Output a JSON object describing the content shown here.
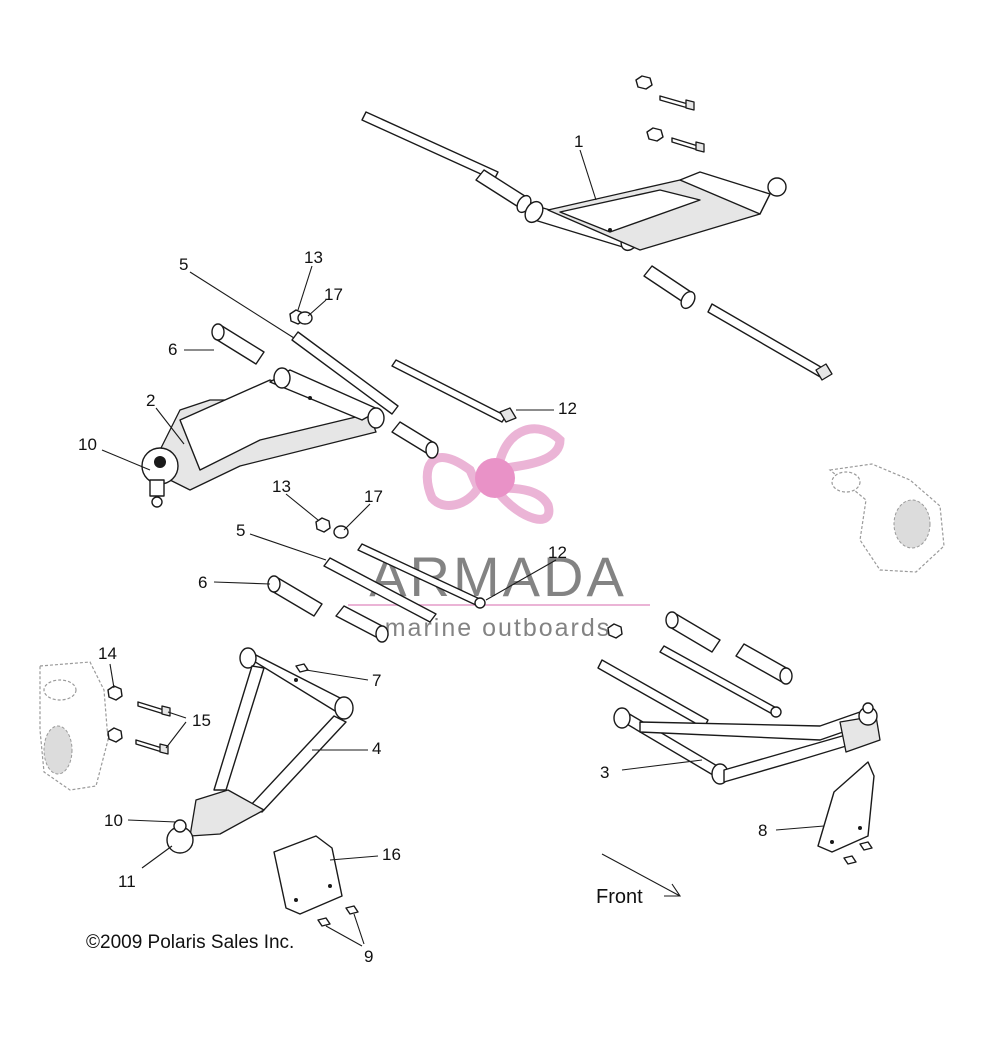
{
  "callouts": {
    "c1": "1",
    "c2": "2",
    "c3": "3",
    "c4": "4",
    "c5a": "5",
    "c5b": "5",
    "c6a": "6",
    "c6b": "6",
    "c7": "7",
    "c8": "8",
    "c9": "9",
    "c10a": "10",
    "c10b": "10",
    "c11": "11",
    "c12a": "12",
    "c12b": "12",
    "c13a": "13",
    "c13b": "13",
    "c14": "14",
    "c15": "15",
    "c16": "16",
    "c17a": "17",
    "c17b": "17"
  },
  "direction_label": "Front",
  "copyright": "©2009 Polaris Sales Inc.",
  "watermark": {
    "brand": "ARMADA",
    "tagline": "marine outboards",
    "brand_color": "#6e6e6e",
    "logo_color": "#e8a7cf",
    "logo_center_color": "#e67fbe"
  }
}
